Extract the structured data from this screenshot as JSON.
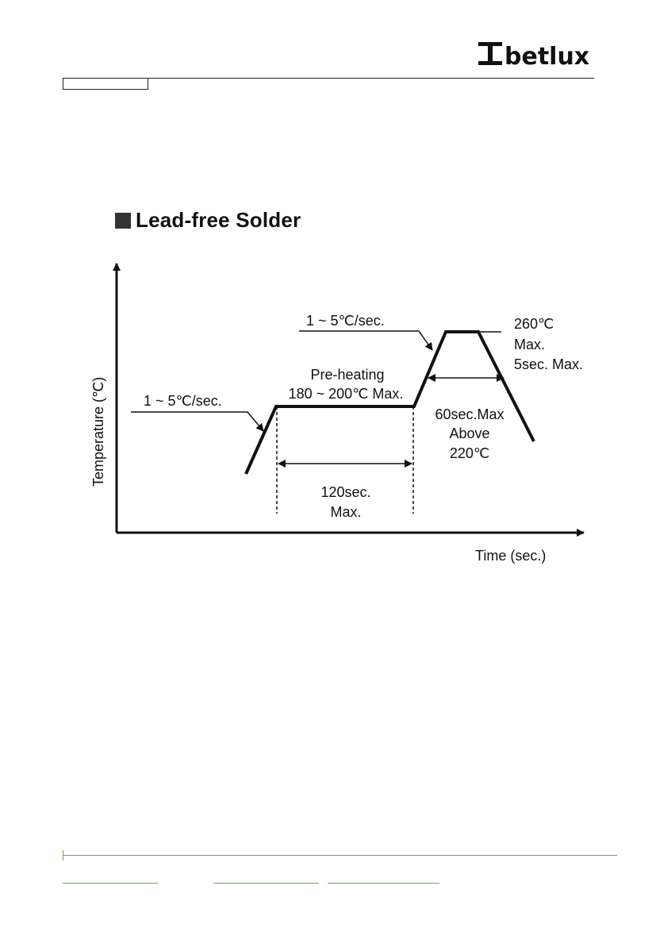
{
  "brand": {
    "logo_text": "betlux",
    "accent_color": "#1e8f3a"
  },
  "section": {
    "title": "Lead-free Solder"
  },
  "diagram": {
    "y_axis_label": "Temperature (℃)",
    "x_axis_label": "Time (sec.)",
    "ramp1_label": "1 ~ 5℃/sec.",
    "ramp2_label": "1 ~ 5℃/sec.",
    "preheat_label_1": "Pre-heating",
    "preheat_label_2": "180 ~ 200℃ Max.",
    "preheat_time_1": "120sec.",
    "preheat_time_2": "Max.",
    "peak_1": "260℃",
    "peak_2": "Max.",
    "peak_3": "5sec. Max.",
    "above_1": "60sec.Max",
    "above_2": "Above",
    "above_3": "220℃"
  }
}
